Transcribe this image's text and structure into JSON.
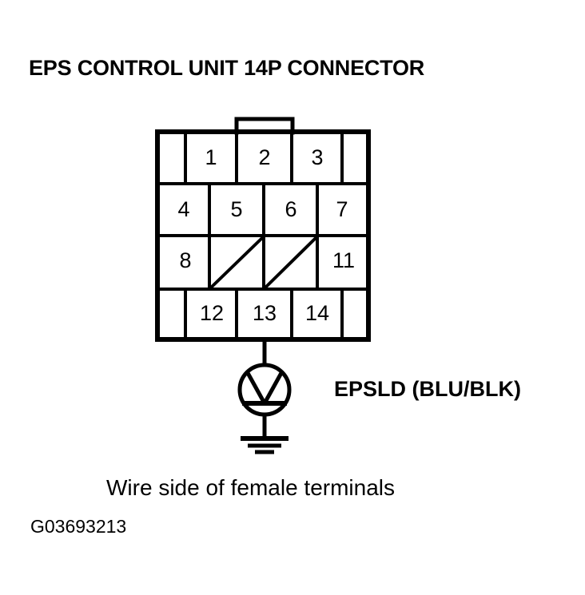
{
  "title": "EPS CONTROL UNIT 14P CONNECTOR",
  "connector": {
    "name": "EPS control unit 14P connector",
    "pin_count": 14,
    "rows": [
      {
        "row": 1,
        "cells": [
          {
            "label": "",
            "type": "blank"
          },
          {
            "label": "1",
            "type": "terminal"
          },
          {
            "label": "2",
            "type": "terminal"
          },
          {
            "label": "3",
            "type": "terminal"
          },
          {
            "label": "",
            "type": "blank"
          }
        ]
      },
      {
        "row": 2,
        "cells": [
          {
            "label": "4",
            "type": "terminal"
          },
          {
            "label": "5",
            "type": "terminal"
          },
          {
            "label": "6",
            "type": "terminal"
          },
          {
            "label": "7",
            "type": "terminal"
          }
        ]
      },
      {
        "row": 3,
        "cells": [
          {
            "label": "8",
            "type": "terminal"
          },
          {
            "label": "",
            "type": "unused-slash"
          },
          {
            "label": "",
            "type": "unused-slash"
          },
          {
            "label": "11",
            "type": "terminal"
          }
        ]
      },
      {
        "row": 4,
        "cells": [
          {
            "label": "",
            "type": "blank"
          },
          {
            "label": "12",
            "type": "terminal"
          },
          {
            "label": "13",
            "type": "terminal"
          },
          {
            "label": "14",
            "type": "terminal"
          },
          {
            "label": "",
            "type": "blank"
          }
        ]
      }
    ],
    "locking_tab": "locking-tab-notch",
    "probed_terminal": "13"
  },
  "signal": {
    "label": "EPSLD (BLU/BLK)",
    "name": "EPSLD",
    "wire_colors": "BLU/BLK"
  },
  "symbols": {
    "test_lamp": "test-lamp-symbol",
    "ground": "chassis-ground-symbol"
  },
  "caption": "Wire side of female terminals",
  "figure_id": "G03693213",
  "colors": {
    "background": "#ffffff",
    "ink": "#000000"
  }
}
